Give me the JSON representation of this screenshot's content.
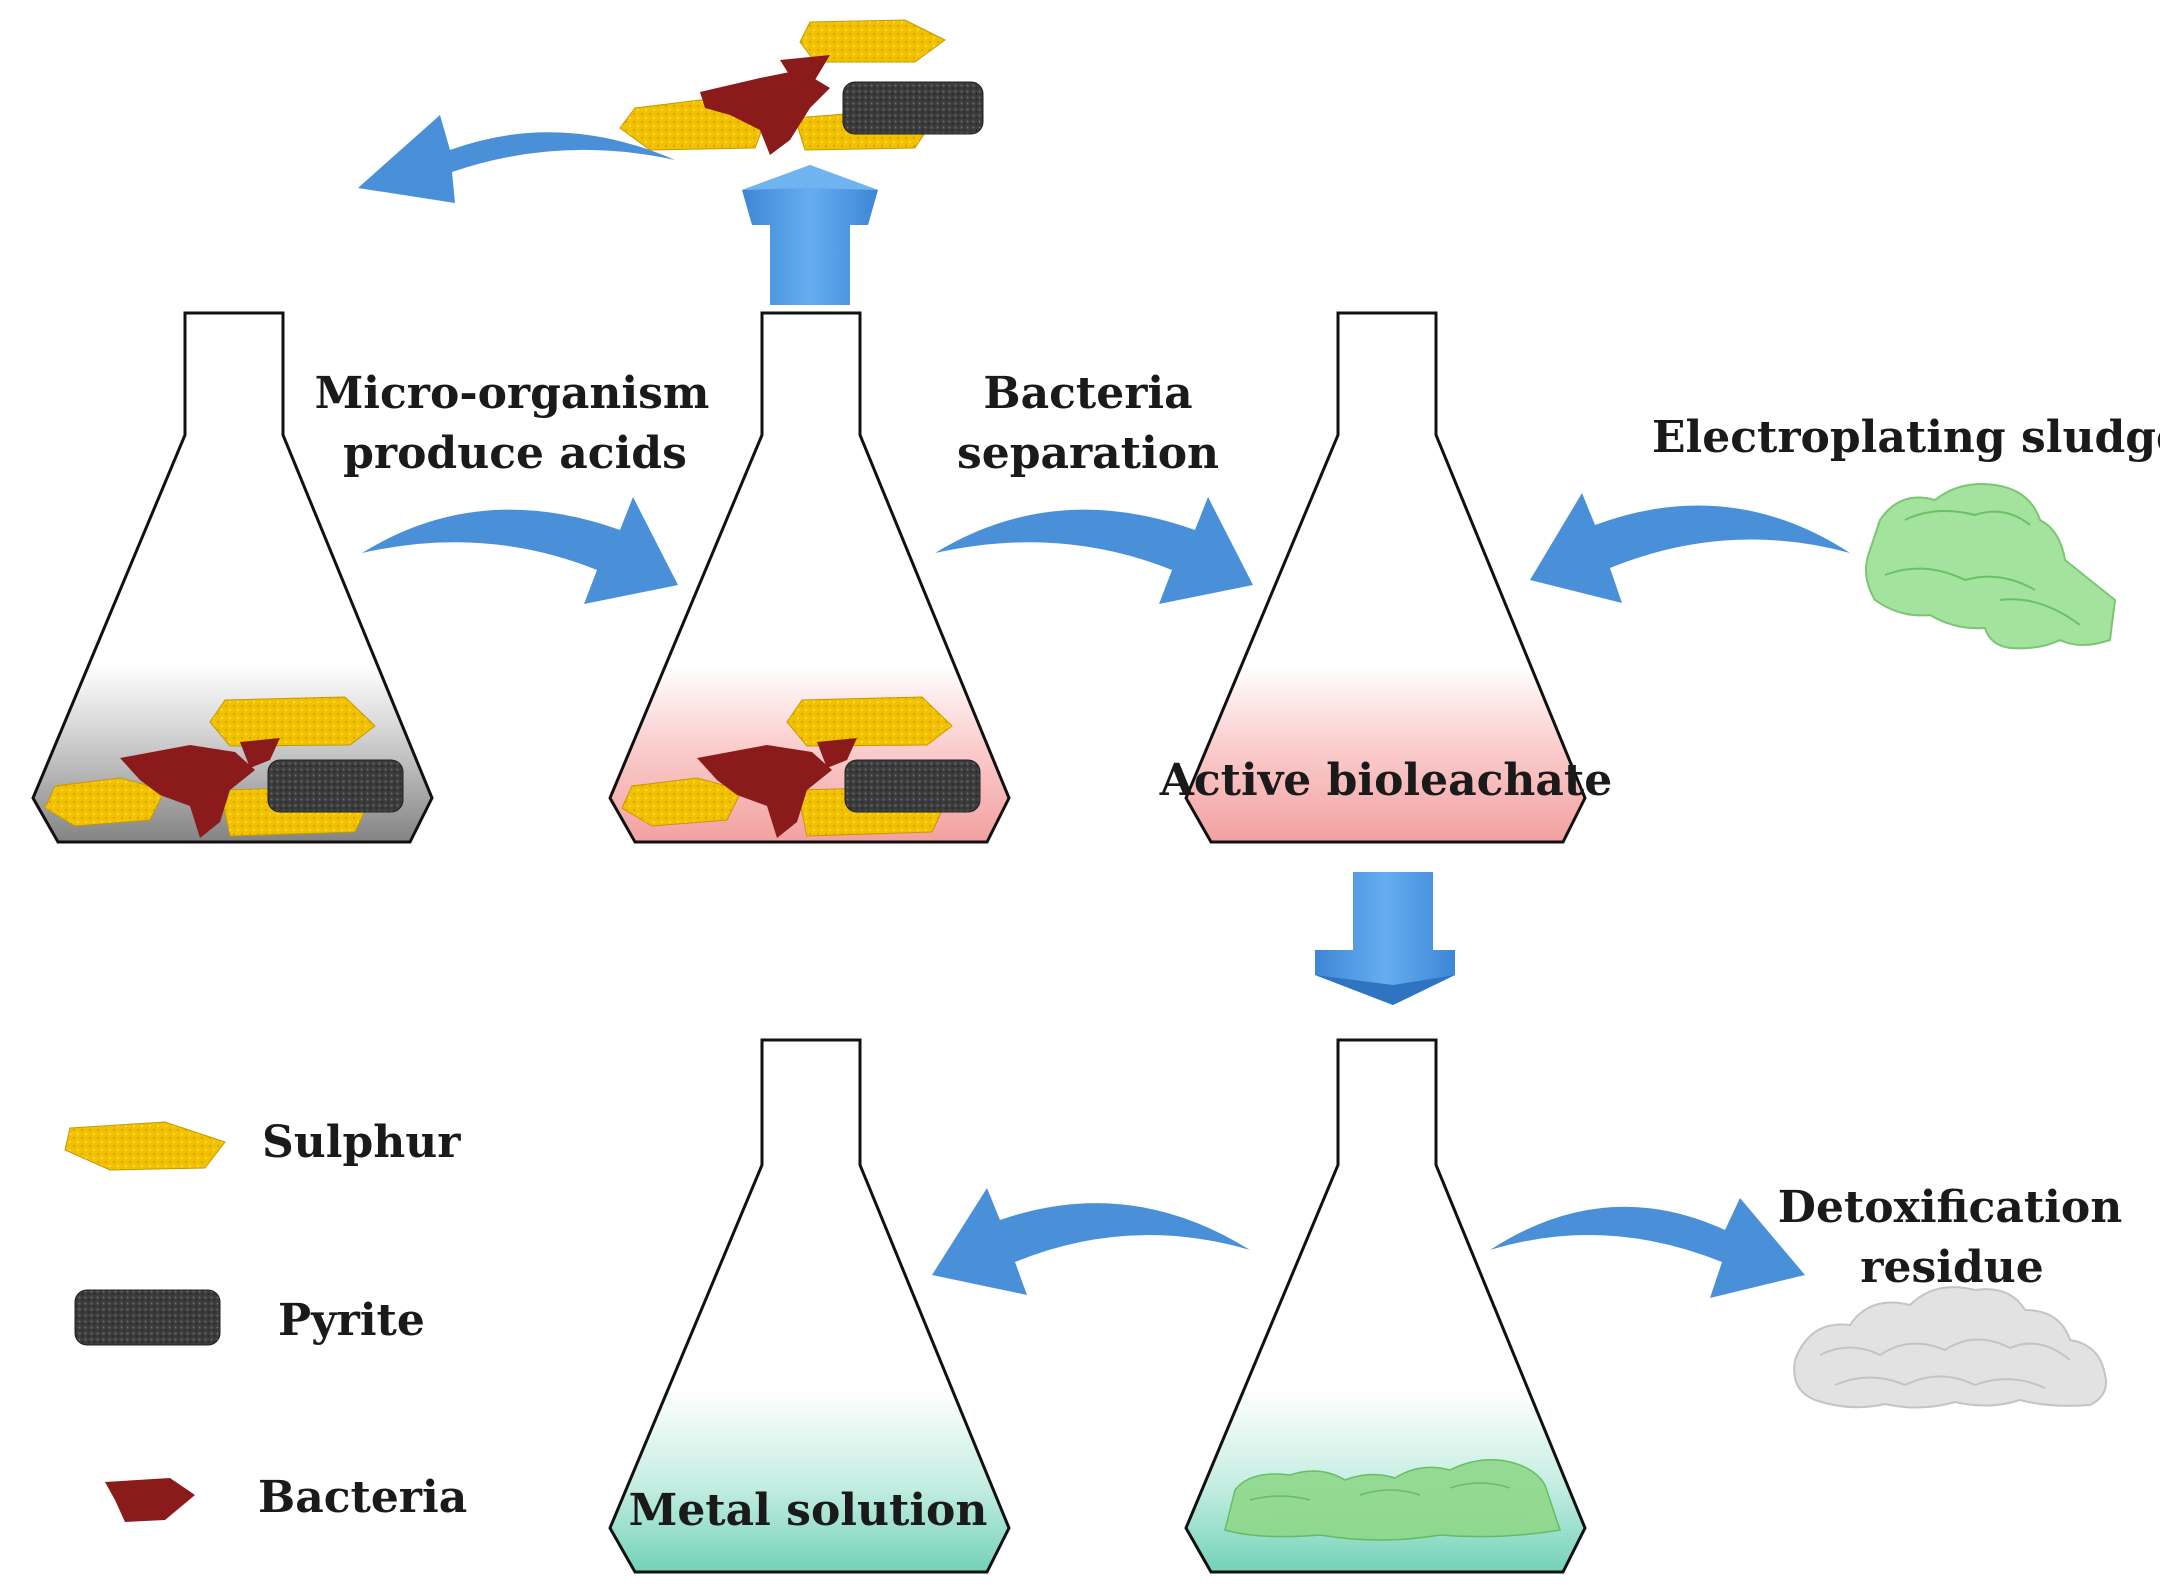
{
  "labels": {
    "step1_line1": "Micro-organism",
    "step1_line2": "produce acids",
    "step2_line1": "Bacteria",
    "step2_line2": "separation",
    "sludge": "Electroplating sludge",
    "bioleachate": "Active bioleachate",
    "metal_solution": "Metal solution",
    "residue_line1": "Detoxification",
    "residue_line2": "residue"
  },
  "legend": [
    {
      "label": "Sulphur",
      "icon": "sulphur-icon"
    },
    {
      "label": "Pyrite",
      "icon": "pyrite-icon"
    },
    {
      "label": "Bacteria",
      "icon": "bacteria-icon"
    }
  ],
  "colors": {
    "arrow": "#4a90d9",
    "sulphur": "#f2c200",
    "pyrite": "#3c3c3c",
    "bacteria": "#8b1a1a",
    "acid_liquid": "#f4a5a5",
    "gray_liquid": "#9a9a9a",
    "metal_liquid": "#6ccfb4",
    "sludge": "#7fcf7f",
    "residue": "#d8d8d8"
  }
}
